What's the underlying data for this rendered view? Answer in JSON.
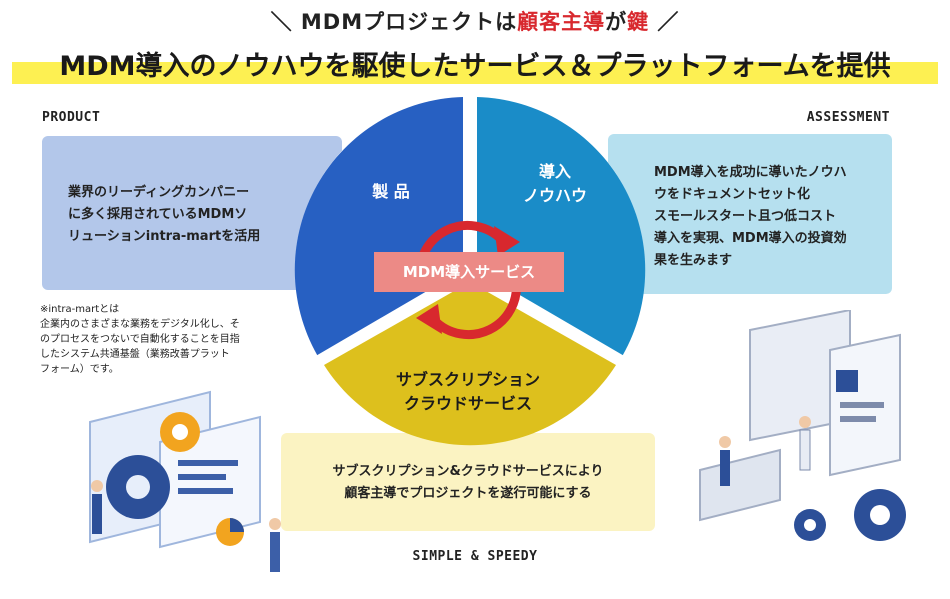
{
  "header": {
    "tagline_pre": "＼ MDMプロジェクトは",
    "tagline_highlight": "顧客主導",
    "tagline_mid": "が",
    "tagline_highlight2": "鍵",
    "tagline_post": " ／",
    "title": "MDM導入のノウハウを駆使したサービス＆プラットフォームを提供"
  },
  "corners": {
    "product": "PRODUCT",
    "assessment": "ASSESSMENT",
    "simple": "SIMPLE & SPEEDY"
  },
  "wheel": {
    "segment_product": "製 品",
    "segment_knowhow_line1": "導入",
    "segment_knowhow_line2": "ノウハウ",
    "segment_subscription_line1": "サブスクリプション",
    "segment_subscription_line2": "クラウドサービス",
    "center": "MDM導入サービス"
  },
  "boxes": {
    "left_line1": "業界のリーディングカンパニー",
    "left_line2": "に多く採用されているMDMソ",
    "left_line3": "リューションintra-martを活用",
    "right_line1": "MDM導入を成功に導いたノウハ",
    "right_line2": "ウをドキュメントセット化",
    "right_line3": "スモールスタート且つ低コスト",
    "right_line4": "導入を実現、MDM導入の投資効",
    "right_line5": "果を生みます",
    "bottom_line1": "サブスクリプション&クラウドサービスにより",
    "bottom_line2": "顧客主導でプロジェクトを遂行可能にする"
  },
  "note": {
    "line1": "※intra-martとは",
    "line2": "企業内のさまざまな業務をデジタル化し、そ",
    "line3": "のプロセスをつないで自動化することを目指",
    "line4": "したシステム共通基盤（業務改善プラット",
    "line5": "フォーム）です。"
  },
  "colors": {
    "product": "#2760c2",
    "knowhow": "#1a8cc8",
    "subscription": "#ddc01d",
    "accent_red": "#d8282e",
    "highlight_yellow": "#fdf052"
  }
}
